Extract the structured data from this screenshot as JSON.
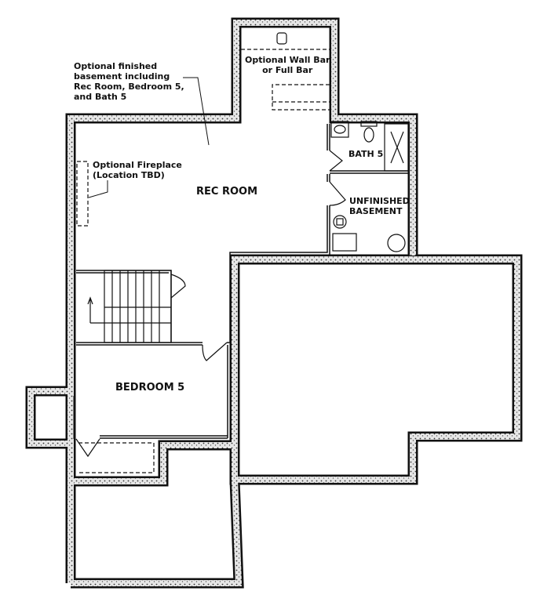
{
  "notes": {
    "basement_note": [
      "Optional finished",
      "basement including",
      "Rec Room, Bedroom 5,",
      "and Bath 5"
    ],
    "bar_note": [
      "Optional Wall Bar",
      "or Full Bar"
    ],
    "fireplace_note": [
      "Optional Fireplace",
      "(Location TBD)"
    ]
  },
  "rooms": {
    "rec_room": "REC ROOM",
    "bath": "BATH 5",
    "unfinished": [
      "UNFINISHED",
      "BASEMENT"
    ],
    "bedroom": "BEDROOM 5"
  },
  "colors": {
    "wall": "#111111",
    "fill": "#ffffff"
  }
}
